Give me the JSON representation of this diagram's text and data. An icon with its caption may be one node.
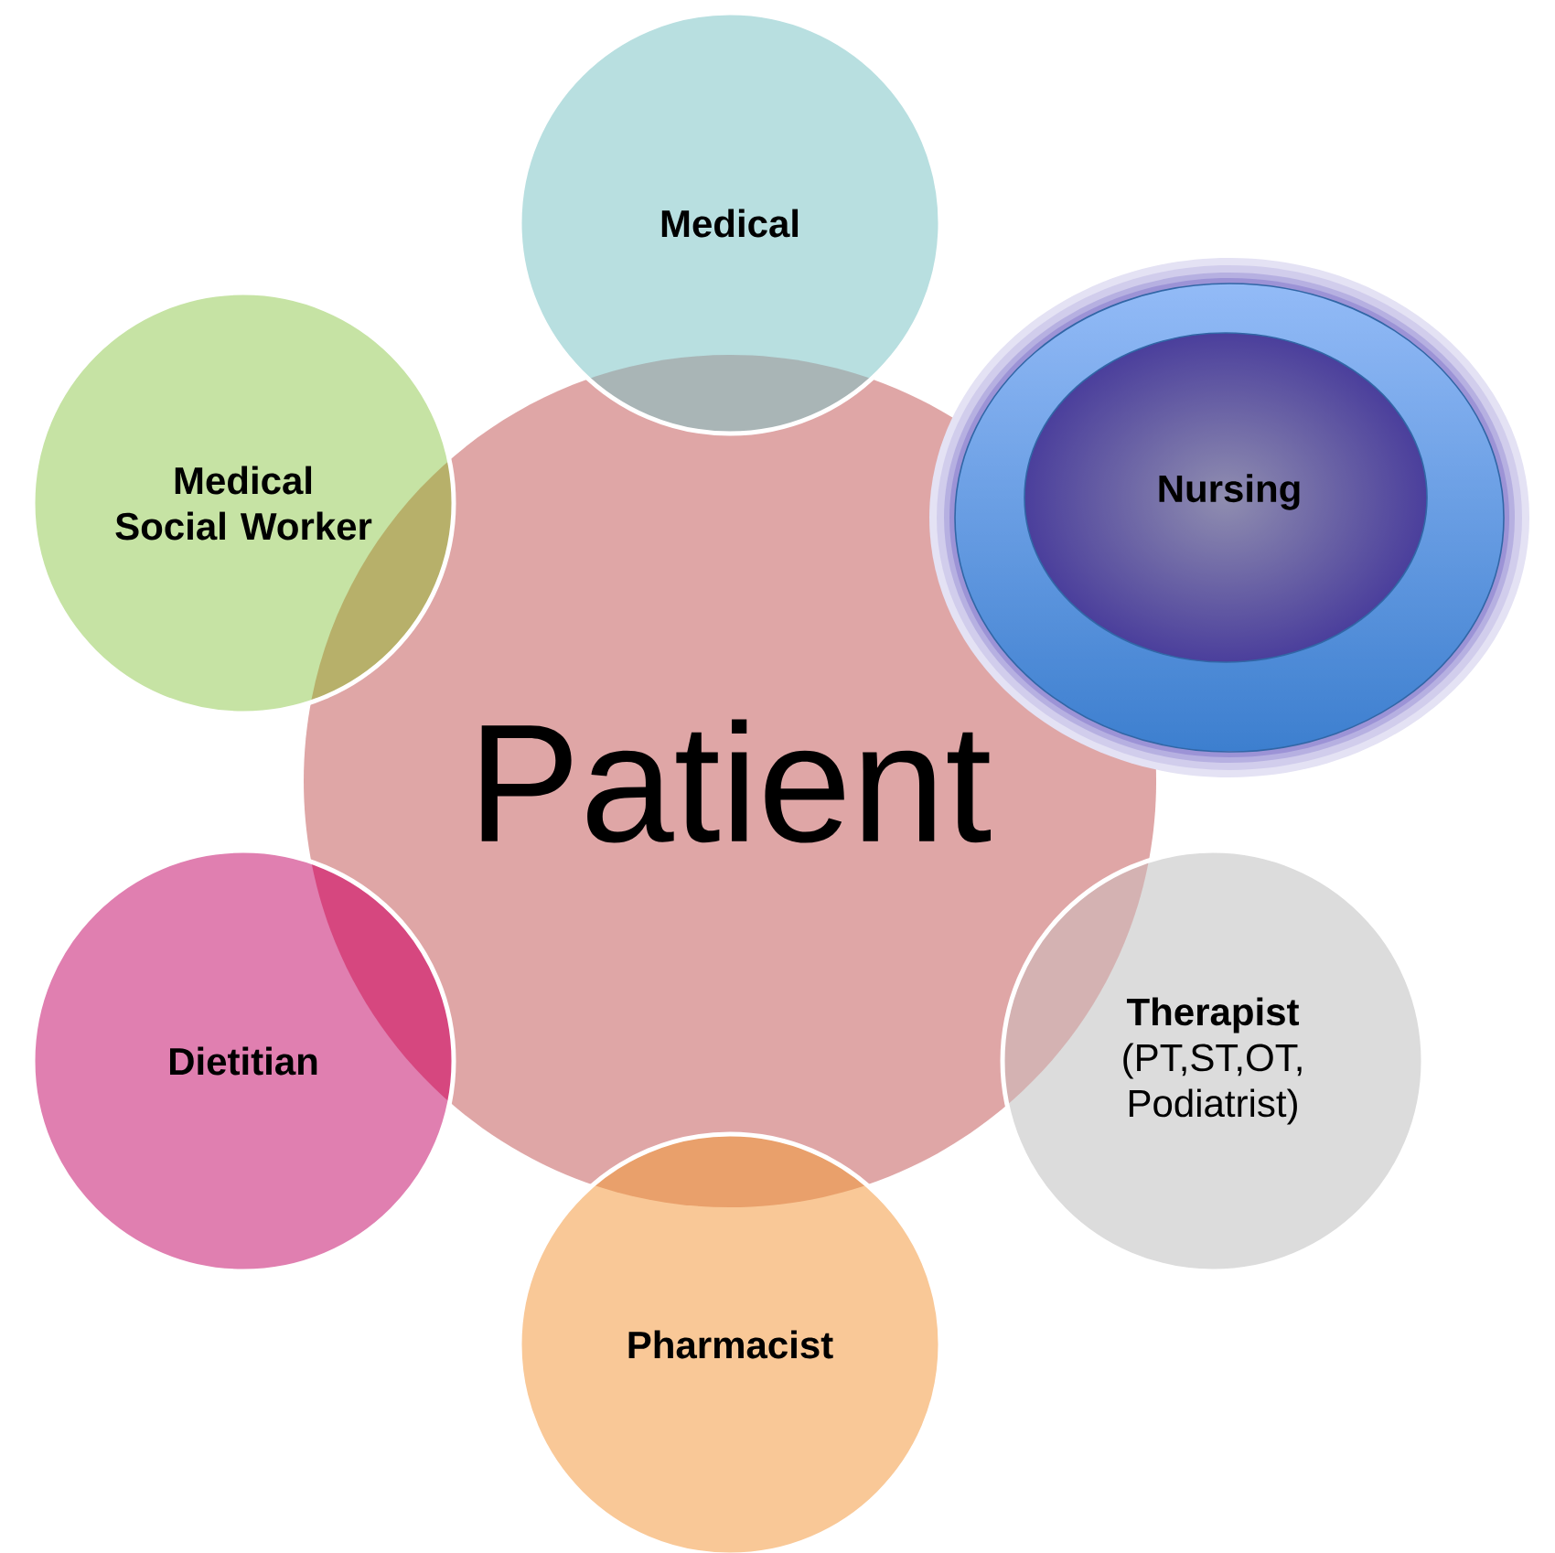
{
  "diagram": {
    "nodes": [
      {
        "text": [
          "Patient"
        ]
      },
      {
        "text": [
          "Medical"
        ]
      },
      {
        "text": [
          "Medical Social Worker"
        ]
      },
      {
        "text": [
          "Nursing"
        ]
      },
      {
        "text": [
          "Dietitian"
        ]
      },
      {
        "text": [
          "Therapist",
          "(PT,ST,OT, Podiatrist)"
        ]
      },
      {
        "text": [
          "Pharmacist"
        ]
      }
    ]
  }
}
